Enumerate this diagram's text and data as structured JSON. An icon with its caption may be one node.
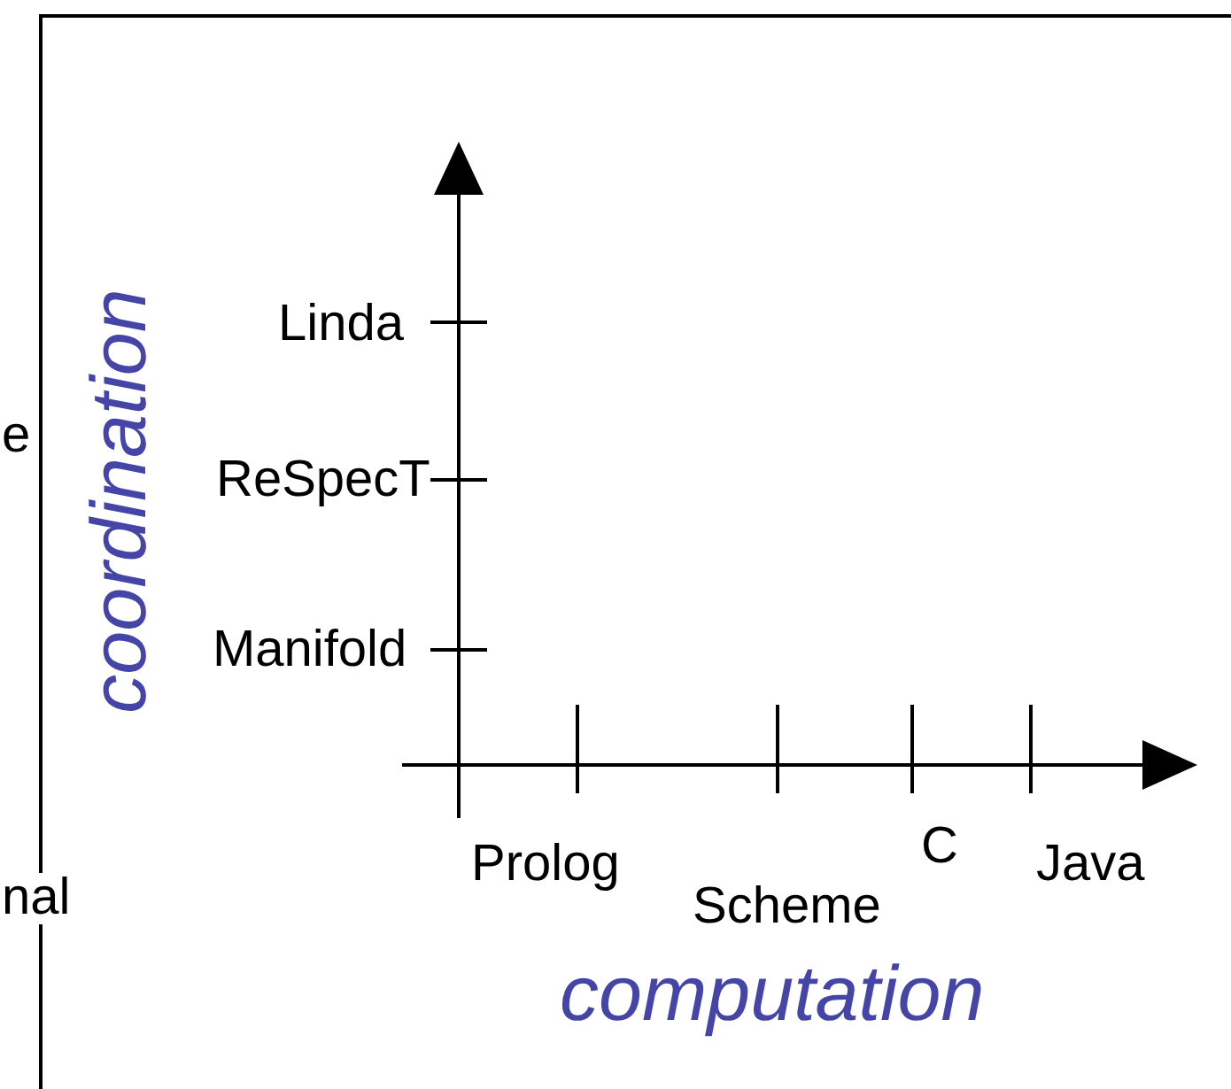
{
  "diagram": {
    "labels": [
      "Linda",
      "e",
      "ReSpecT",
      "coordination",
      "Manifold",
      "nal",
      "Prolog",
      "C",
      "Java",
      "Scheme",
      "computation"
    ]
  }
}
